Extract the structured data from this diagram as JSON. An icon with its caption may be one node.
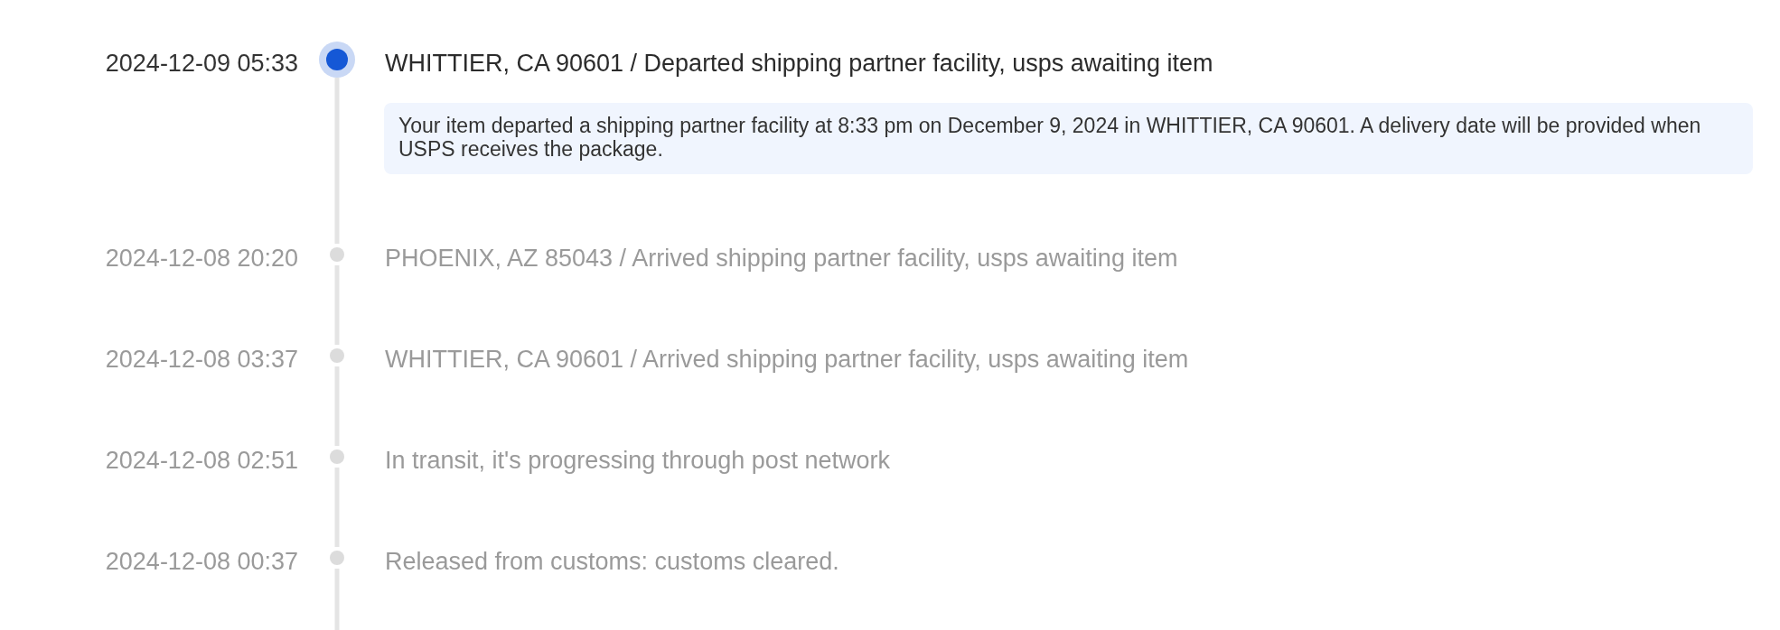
{
  "diagram": {
    "nodes": [
      {
        "text": [],
        "shape": "circle",
        "beside": [
          "2024-12-09 05:33",
          "WHITTIER, CA 90601 / Departed shipping partner facility, usps awaiting item"
        ]
      },
      {
        "text": [
          "Your item departed a shipping partner facility at 8:33 pm on December 9, 2024 in WHITTIER, CA 90601. A delivery date will be provided when USPS receives the package."
        ]
      },
      {
        "text": [],
        "shape": "circle",
        "beside": [
          "2024-12-08 20:20",
          "PHOENIX, AZ 85043 / Arrived shipping partner facility, usps awaiting item"
        ]
      },
      {
        "text": [],
        "shape": "circle",
        "beside": [
          "2024-12-08 03:37",
          "WHITTIER, CA 90601 / Arrived shipping partner facility, usps awaiting item"
        ]
      },
      {
        "text": [],
        "shape": "circle",
        "beside": [
          "2024-12-08 02:51",
          "In transit, it's progressing through post network"
        ]
      },
      {
        "text": [],
        "shape": "circle",
        "beside": [
          "2024-12-08 00:37",
          "Released from customs: customs cleared."
        ]
      }
    ],
    "edges": [
      {
        "from": 0,
        "to": 2,
        "arrow": "none"
      },
      {
        "from": 2,
        "to": 3,
        "arrow": "none"
      },
      {
        "from": 3,
        "to": 4,
        "arrow": "none"
      },
      {
        "from": 4,
        "to": 5,
        "arrow": "none"
      },
      {
        "from": 5,
        "to": null,
        "arrow": "none"
      }
    ]
  }
}
